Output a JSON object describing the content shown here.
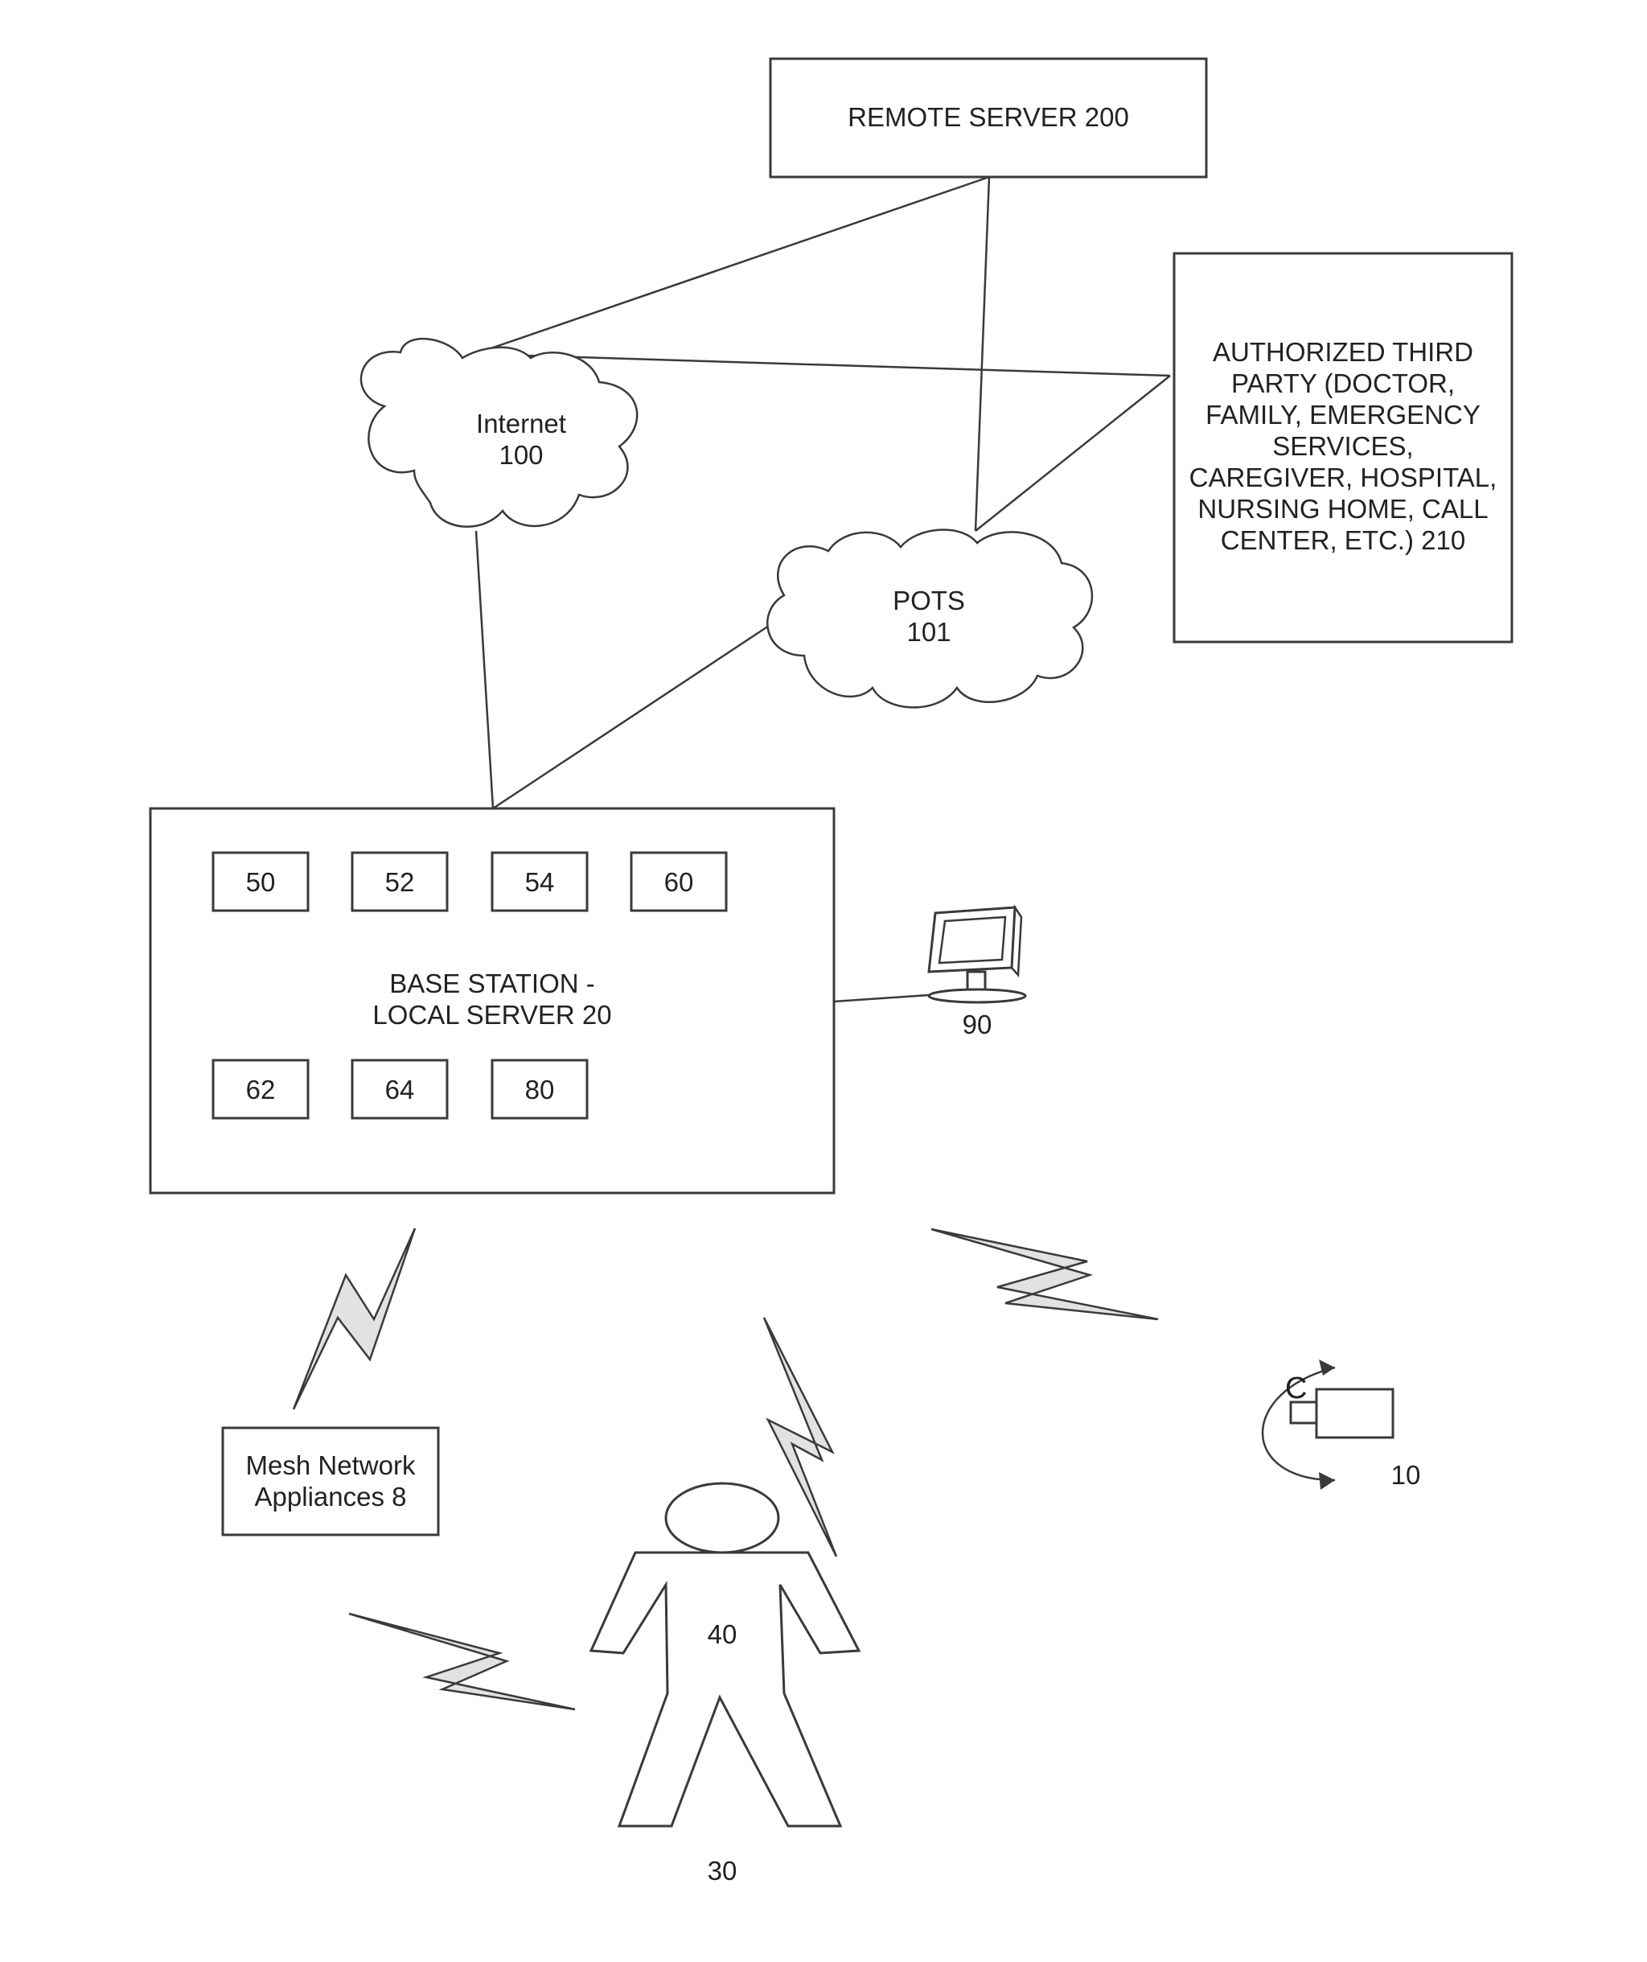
{
  "nodes": {
    "remote_server": {
      "label": "REMOTE SERVER 200"
    },
    "third_party": {
      "lines": [
        "AUTHORIZED THIRD",
        "PARTY (DOCTOR,",
        "FAMILY, EMERGENCY",
        "SERVICES,",
        "CAREGIVER, HOSPITAL,",
        "NURSING HOME, CALL",
        "CENTER, ETC.) 210"
      ]
    },
    "internet": {
      "lines": [
        "Internet",
        "100"
      ]
    },
    "pots": {
      "lines": [
        "POTS",
        "101"
      ]
    },
    "base_station": {
      "lines": [
        "BASE STATION -",
        "LOCAL SERVER 20"
      ],
      "modules": [
        "50",
        "52",
        "54",
        "60",
        "62",
        "64",
        "80"
      ]
    },
    "terminal": {
      "label": "90"
    },
    "camera": {
      "label": "10",
      "glyph": "C"
    },
    "mesh": {
      "lines": [
        "Mesh Network",
        "Appliances 8"
      ]
    },
    "person": {
      "body_label": "40",
      "label": "30"
    }
  },
  "icons": [
    "computer-monitor-icon",
    "camera-icon",
    "person-figure-icon",
    "lightning-bolt-icon",
    "cloud-icon"
  ]
}
